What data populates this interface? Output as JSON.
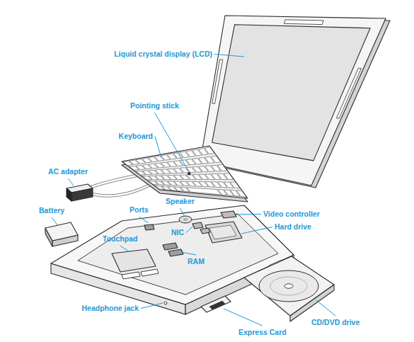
{
  "diagram": {
    "labels": [
      "Liquid crystal display (LCD)",
      "Pointing stick",
      "Keyboard",
      "AC adapter",
      "Battery",
      "Ports",
      "Speaker",
      "Video controller",
      "Hard drive",
      "NIC",
      "Touchpad",
      "RAM",
      "Headphone jack",
      "Express Card",
      "CD/DVD drive"
    ]
  }
}
